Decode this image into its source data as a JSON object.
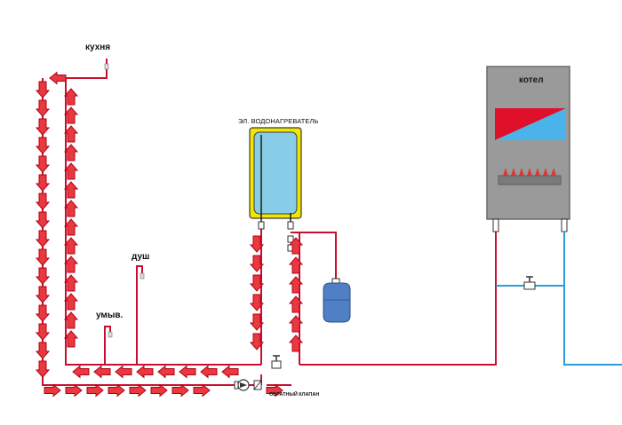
{
  "labels": {
    "kitchen": "кухня",
    "shower": "душ",
    "washbasin": "умыв.",
    "water_heater": "ЭЛ. ВОДОНАГРЕВАТЕЛЬ",
    "boiler": "котел",
    "check_valve": "ОБРАТНЫЙ КЛАПАН"
  },
  "colors": {
    "hot_pipe": "#c8102e",
    "cold_pipe": "#2a9fd6",
    "arrow_fill": "#e8393f",
    "arrow_stroke": "#b3001b",
    "boiler_body": "#9a9a9a",
    "tank_fill": "#87cde8",
    "tank_frame": "#f2e600",
    "expansion_tank": "#4f7fc4"
  },
  "icons": {
    "tap": "faucet-icon",
    "valve": "ball-valve-icon",
    "pump": "circulation-pump-icon",
    "tank": "expansion-tank-icon"
  }
}
